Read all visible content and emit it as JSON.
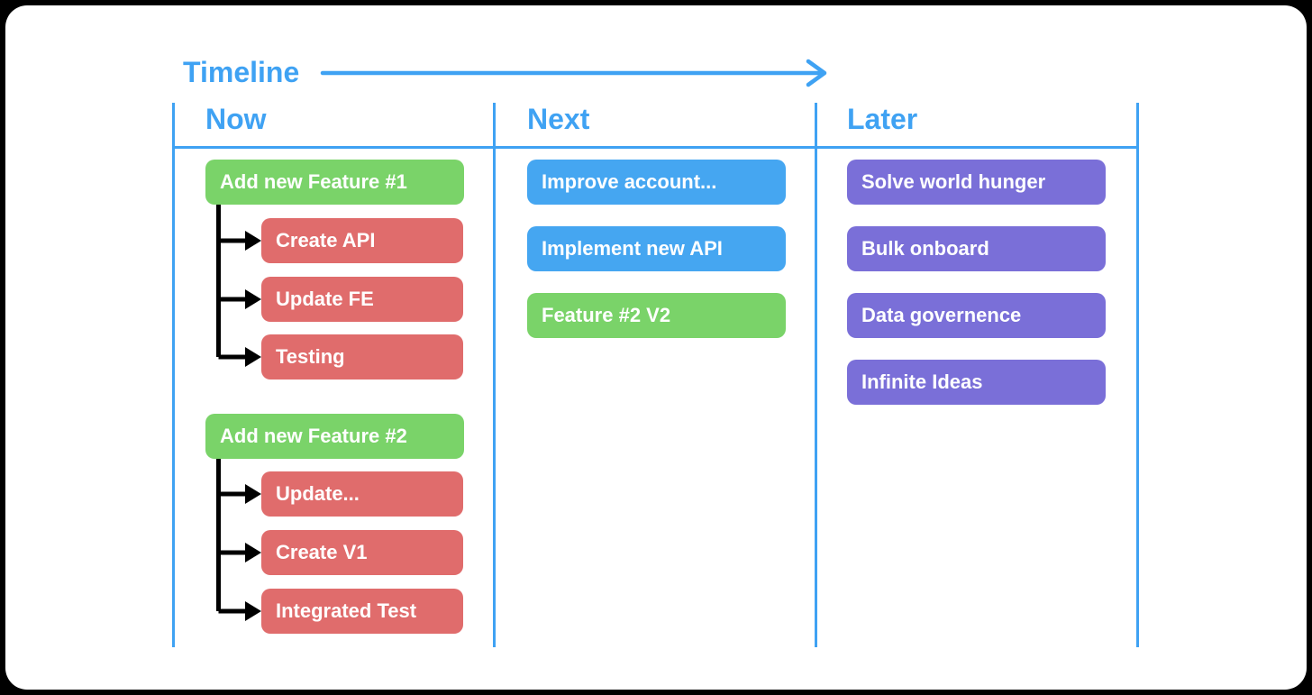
{
  "timeline": {
    "label": "Timeline"
  },
  "colors": {
    "accent_blue": "#3fa2f3",
    "pill_green": "#7ad369",
    "pill_red": "#e06c6c",
    "pill_blue": "#45a6f1",
    "pill_purple": "#7a6fd8",
    "connector_black": "#000000",
    "card_background": "#ffffff",
    "frame_background": "#000000",
    "pill_text": "#ffffff"
  },
  "columns": [
    {
      "id": "now",
      "header": "Now",
      "groups": [
        {
          "parent": {
            "label": "Add new Feature #1",
            "color": "green"
          },
          "children": [
            {
              "label": "Create API",
              "color": "red"
            },
            {
              "label": "Update FE",
              "color": "red"
            },
            {
              "label": "Testing",
              "color": "red"
            }
          ]
        },
        {
          "parent": {
            "label": "Add new Feature #2",
            "color": "green"
          },
          "children": [
            {
              "label": "Update...",
              "color": "red"
            },
            {
              "label": "Create V1",
              "color": "red"
            },
            {
              "label": "Integrated Test",
              "color": "red"
            }
          ]
        }
      ]
    },
    {
      "id": "next",
      "header": "Next",
      "items": [
        {
          "label": "Improve account...",
          "color": "blue"
        },
        {
          "label": "Implement new API",
          "color": "blue"
        },
        {
          "label": "Feature #2 V2",
          "color": "green"
        }
      ]
    },
    {
      "id": "later",
      "header": "Later",
      "items": [
        {
          "label": "Solve world hunger",
          "color": "purple"
        },
        {
          "label": "Bulk onboard",
          "color": "purple"
        },
        {
          "label": "Data governence",
          "color": "purple"
        },
        {
          "label": "Infinite Ideas",
          "color": "purple"
        }
      ]
    }
  ]
}
